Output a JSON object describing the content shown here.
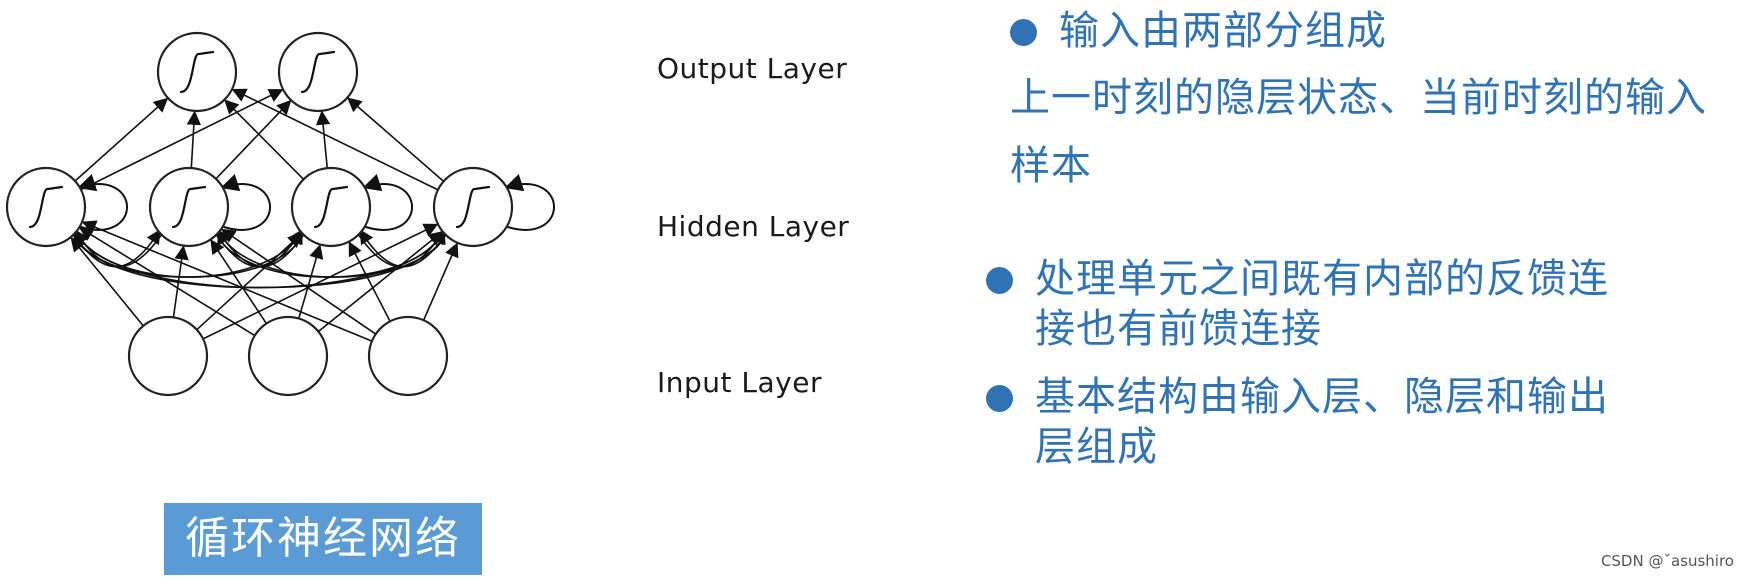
{
  "layers": {
    "output": "Output Layer",
    "hidden": "Hidden Layer",
    "input": "Input Layer"
  },
  "notes": {
    "bullet1": "输入由两部分组成",
    "para1_line1": "上一时刻的隐层状态、当前时刻的输入",
    "para1_line2": "样本",
    "bullet2_line1": "处理单元之间既有内部的反馈连",
    "bullet2_line2": "接也有前馈连接",
    "bullet3_line1": "基本结构由输入层、隐层和输出",
    "bullet3_line2": "层组成"
  },
  "title": "循环神经网络",
  "watermark": "CSDN @ˇasushiro",
  "colors": {
    "text_blue": "#2f73b5",
    "title_bg": "#5b9bd5",
    "title_text": "#ffffff"
  },
  "nodes": {
    "output": [
      "sigmoid",
      "sigmoid"
    ],
    "hidden": [
      "sigmoid",
      "sigmoid",
      "sigmoid",
      "sigmoid"
    ],
    "input": [
      "empty",
      "empty",
      "empty"
    ]
  }
}
